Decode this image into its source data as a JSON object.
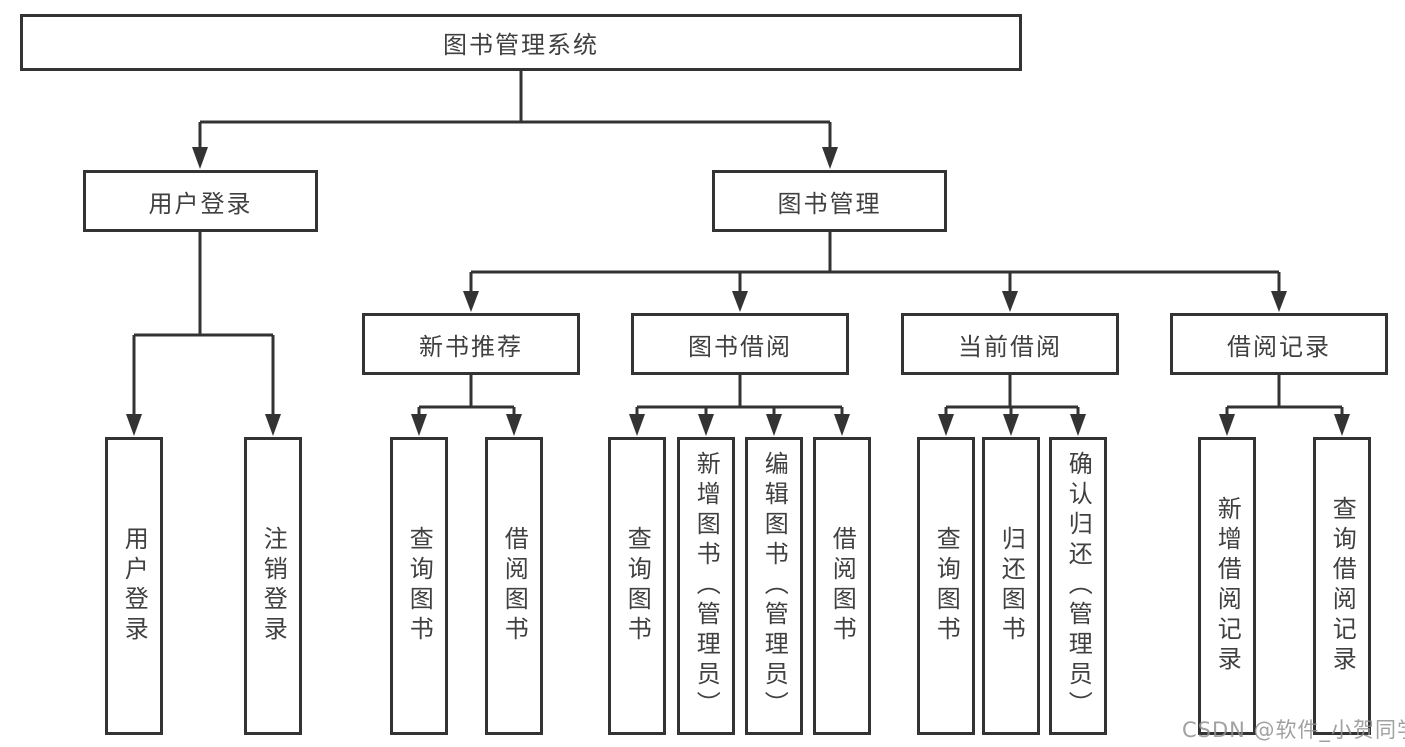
{
  "diagram": {
    "root": {
      "label": "图书管理系统"
    },
    "level2": [
      {
        "label": "用户登录"
      },
      {
        "label": "图书管理"
      }
    ],
    "level3": [
      {
        "label": "新书推荐"
      },
      {
        "label": "图书借阅"
      },
      {
        "label": "当前借阅"
      },
      {
        "label": "借阅记录"
      }
    ],
    "leaves": {
      "login": [
        {
          "label": "用户登录"
        },
        {
          "label": "注销登录"
        }
      ],
      "recommend": [
        {
          "label": "查询图书"
        },
        {
          "label": "借阅图书"
        }
      ],
      "borrow": [
        {
          "label": "查询图书"
        },
        {
          "label": "新增图书（管理员）"
        },
        {
          "label": "编辑图书（管理员）"
        },
        {
          "label": "借阅图书"
        }
      ],
      "current": [
        {
          "label": "查询图书"
        },
        {
          "label": "归还图书"
        },
        {
          "label": "确认归还（管理员）"
        }
      ],
      "records": [
        {
          "label": "新增借阅记录"
        },
        {
          "label": "查询借阅记录"
        }
      ]
    }
  },
  "watermark": "CSDN @软件_小贺同学",
  "colors": {
    "line": "#333333",
    "box_border": "#333333",
    "text": "#404040",
    "watermark": "#919191",
    "background": "#ffffff"
  }
}
